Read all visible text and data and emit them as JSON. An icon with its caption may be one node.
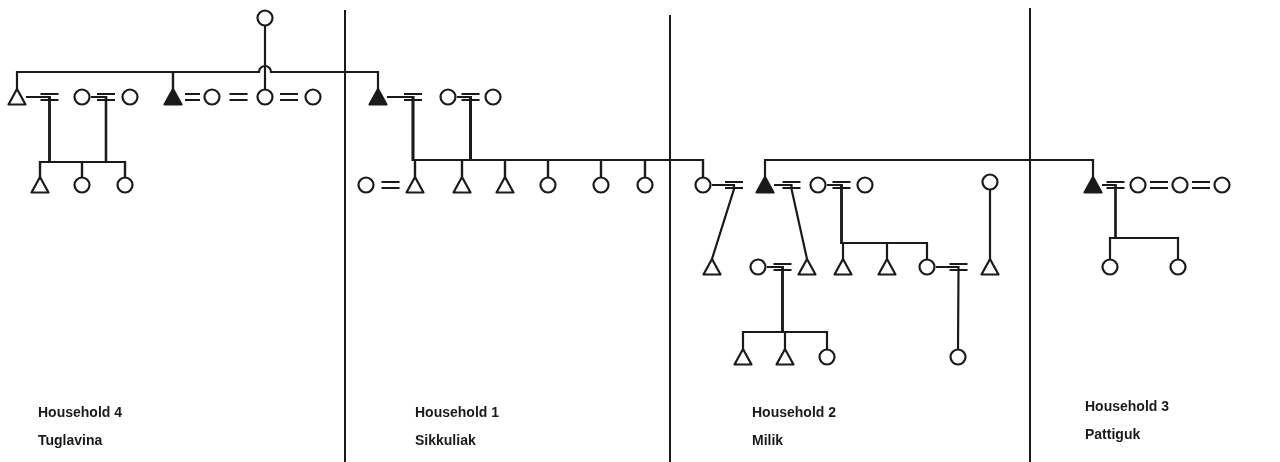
{
  "diagram": {
    "nodes": [
      {
        "text": [],
        "shape": "circle"
      },
      {
        "text": [],
        "shape": "triangle"
      },
      {
        "text": [],
        "shape": "circle"
      },
      {
        "text": [],
        "shape": "circle"
      },
      {
        "text": [],
        "shape": "filled-triangle"
      },
      {
        "text": [],
        "shape": "circle"
      },
      {
        "text": [],
        "shape": "circle"
      },
      {
        "text": [],
        "shape": "circle"
      },
      {
        "text": [],
        "shape": "triangle"
      },
      {
        "text": [],
        "shape": "circle"
      },
      {
        "text": [],
        "shape": "circle"
      },
      {
        "text": [],
        "shape": "filled-triangle"
      },
      {
        "text": [],
        "shape": "circle"
      },
      {
        "text": [],
        "shape": "circle"
      },
      {
        "text": [],
        "shape": "circle"
      },
      {
        "text": [],
        "shape": "triangle"
      },
      {
        "text": [],
        "shape": "triangle"
      },
      {
        "text": [],
        "shape": "triangle"
      },
      {
        "text": [],
        "shape": "circle"
      },
      {
        "text": [],
        "shape": "circle"
      },
      {
        "text": [],
        "shape": "circle"
      },
      {
        "text": [],
        "shape": "circle"
      },
      {
        "text": [],
        "shape": "filled-triangle"
      },
      {
        "text": [],
        "shape": "circle"
      },
      {
        "text": [],
        "shape": "circle"
      },
      {
        "text": [],
        "shape": "circle"
      },
      {
        "text": [],
        "shape": "triangle"
      },
      {
        "text": [],
        "shape": "circle"
      },
      {
        "text": [],
        "shape": "triangle"
      },
      {
        "text": [],
        "shape": "triangle"
      },
      {
        "text": [],
        "shape": "triangle"
      },
      {
        "text": [],
        "shape": "circle"
      },
      {
        "text": [],
        "shape": "triangle"
      },
      {
        "text": [],
        "shape": "triangle"
      },
      {
        "text": [],
        "shape": "triangle"
      },
      {
        "text": [],
        "shape": "circle"
      },
      {
        "text": [],
        "shape": "circle"
      },
      {
        "text": [],
        "shape": "filled-triangle"
      },
      {
        "text": [],
        "shape": "circle"
      },
      {
        "text": [],
        "shape": "circle"
      },
      {
        "text": [],
        "shape": "circle"
      },
      {
        "text": [],
        "shape": "circle"
      },
      {
        "text": [],
        "shape": "circle"
      }
    ],
    "edges": [
      {
        "from": 1,
        "to": 2,
        "arrow": "none"
      },
      {
        "from": 2,
        "to": 3,
        "arrow": "none"
      },
      {
        "from": 4,
        "to": 5,
        "arrow": "none"
      },
      {
        "from": 5,
        "to": 6,
        "arrow": "none"
      },
      {
        "from": 6,
        "to": 7,
        "arrow": "none"
      },
      {
        "from": 11,
        "to": 12,
        "arrow": "none"
      },
      {
        "from": 12,
        "to": 13,
        "arrow": "none"
      },
      {
        "from": 14,
        "to": 15,
        "arrow": "none"
      },
      {
        "from": 21,
        "to": 22,
        "arrow": "none"
      },
      {
        "from": 22,
        "to": 23,
        "arrow": "none"
      },
      {
        "from": 23,
        "to": 24,
        "arrow": "none"
      },
      {
        "from": 27,
        "to": 28,
        "arrow": "none"
      },
      {
        "from": 31,
        "to": 32,
        "arrow": "none"
      },
      {
        "from": 37,
        "to": 38,
        "arrow": "none"
      },
      {
        "from": 38,
        "to": 39,
        "arrow": "none"
      },
      {
        "from": 39,
        "to": 40,
        "arrow": "none"
      },
      {
        "from": 1,
        "to": 4,
        "arrow": "none"
      },
      {
        "from": 4,
        "to": 11,
        "arrow": "none"
      },
      {
        "from": 22,
        "to": 37,
        "arrow": "none"
      },
      {
        "from": 0,
        "to": 6,
        "arrow": "none"
      },
      {
        "from": 1,
        "to": 8,
        "arrow": "none"
      },
      {
        "from": 1,
        "to": 9,
        "arrow": "none"
      },
      {
        "from": 1,
        "to": 10,
        "arrow": "none"
      },
      {
        "from": 2,
        "to": 8,
        "arrow": "none"
      },
      {
        "from": 2,
        "to": 9,
        "arrow": "none"
      },
      {
        "from": 2,
        "to": 10,
        "arrow": "none"
      },
      {
        "from": 11,
        "to": 15,
        "arrow": "none"
      },
      {
        "from": 11,
        "to": 16,
        "arrow": "none"
      },
      {
        "from": 11,
        "to": 17,
        "arrow": "none"
      },
      {
        "from": 11,
        "to": 18,
        "arrow": "none"
      },
      {
        "from": 11,
        "to": 19,
        "arrow": "none"
      },
      {
        "from": 11,
        "to": 20,
        "arrow": "none"
      },
      {
        "from": 11,
        "to": 21,
        "arrow": "none"
      },
      {
        "from": 12,
        "to": 15,
        "arrow": "none"
      },
      {
        "from": 12,
        "to": 16,
        "arrow": "none"
      },
      {
        "from": 12,
        "to": 17,
        "arrow": "none"
      },
      {
        "from": 12,
        "to": 18,
        "arrow": "none"
      },
      {
        "from": 12,
        "to": 19,
        "arrow": "none"
      },
      {
        "from": 12,
        "to": 20,
        "arrow": "none"
      },
      {
        "from": 12,
        "to": 21,
        "arrow": "none"
      },
      {
        "from": 21,
        "to": 26,
        "arrow": "none"
      },
      {
        "from": 22,
        "to": 28,
        "arrow": "none"
      },
      {
        "from": 23,
        "to": 29,
        "arrow": "none"
      },
      {
        "from": 23,
        "to": 30,
        "arrow": "none"
      },
      {
        "from": 23,
        "to": 31,
        "arrow": "none"
      },
      {
        "from": 25,
        "to": 32,
        "arrow": "none"
      },
      {
        "from": 27,
        "to": 33,
        "arrow": "none"
      },
      {
        "from": 27,
        "to": 34,
        "arrow": "none"
      },
      {
        "from": 27,
        "to": 35,
        "arrow": "none"
      },
      {
        "from": 31,
        "to": 36,
        "arrow": "none"
      },
      {
        "from": 37,
        "to": 41,
        "arrow": "none"
      },
      {
        "from": 37,
        "to": 42,
        "arrow": "none"
      }
    ],
    "labels": [
      "Household 4",
      "Tuglavina",
      "Household 1",
      "Sikkuliak",
      "Household 2",
      "Milik",
      "Household 3",
      "Pattiguk"
    ]
  }
}
